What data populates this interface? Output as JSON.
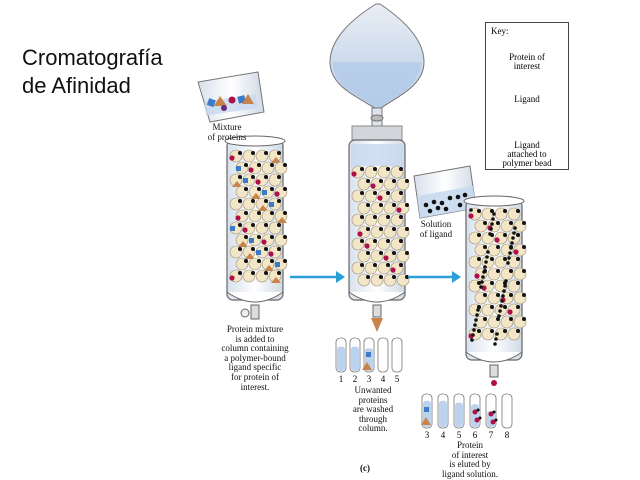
{
  "slide": {
    "title_line1": "Cromatografía",
    "title_line2": "de Afinidad"
  },
  "key": {
    "title": "Key:",
    "protein_line1": "Protein of",
    "protein_line2": "interest",
    "ligand": "Ligand",
    "attached_line1": "Ligand",
    "attached_line2": "attached to",
    "attached_line3": "polymer bead"
  },
  "beaker1": {
    "label_line1": "Mixture",
    "label_line2": "of proteins"
  },
  "step1": {
    "line1": "Protein mixture",
    "line2": "is added to",
    "line3": "column containing",
    "line4": "a polymer-bound",
    "line5": "ligand specific",
    "line6": "for protein of",
    "line7": "interest."
  },
  "step2": {
    "tube_numbers": [
      "1",
      "2",
      "3",
      "4",
      "5"
    ],
    "line1": "Unwanted",
    "line2": "proteins",
    "line3": "are washed",
    "line4": "through",
    "line5": "column."
  },
  "beaker2": {
    "label_line1": "Solution",
    "label_line2": "of ligand"
  },
  "step3": {
    "tube_numbers": [
      "3",
      "4",
      "5",
      "6",
      "7",
      "8"
    ],
    "line1": "Protein",
    "line2": "of interest",
    "line3": "is eluted by",
    "line4": "ligand solution."
  },
  "panel_label": "(c)",
  "colors": {
    "protein": "#b0104a",
    "ligand": "#111111",
    "bead": "#f3e6c6",
    "arrow": "#2a9fd8",
    "liquid": "#bcd3ee"
  }
}
